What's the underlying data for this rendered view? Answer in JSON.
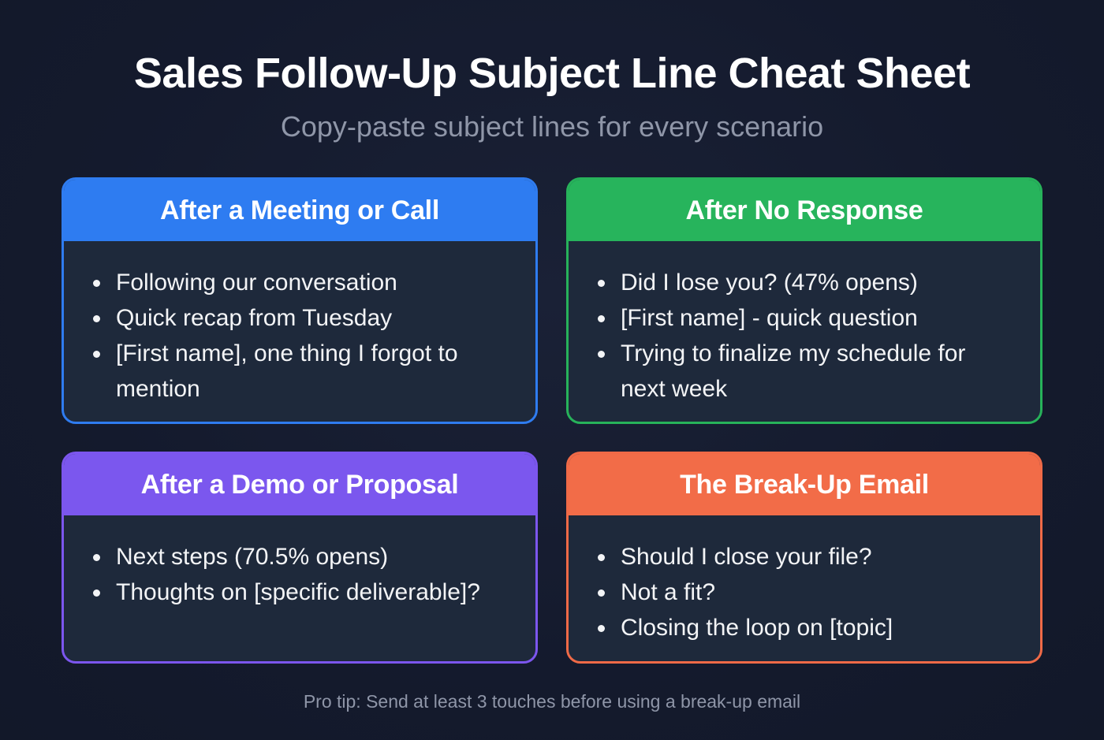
{
  "header": {
    "title": "Sales Follow-Up Subject Line Cheat Sheet",
    "subtitle": "Copy-paste subject lines for every scenario"
  },
  "cards": [
    {
      "title": "After a Meeting or Call",
      "accent": "#2e7cf1",
      "items": [
        "Following our conversation",
        "Quick recap from Tuesday",
        "[First name], one thing I forgot to mention"
      ]
    },
    {
      "title": "After No Response",
      "accent": "#27b45c",
      "items": [
        "Did I lose you? (47% opens)",
        "[First name] - quick question",
        "Trying to finalize my schedule for next week"
      ]
    },
    {
      "title": "After a Demo or Proposal",
      "accent": "#7b57ee",
      "items": [
        "Next steps (70.5% opens)",
        "Thoughts on [specific deliverable]?"
      ]
    },
    {
      "title": "The Break-Up Email",
      "accent": "#f26c48",
      "items": [
        "Should I close your file?",
        "Not a fit?",
        "Closing the loop on [topic]"
      ]
    }
  ],
  "footer": {
    "tip": "Pro tip: Send at least 3 touches before using a break-up email"
  },
  "colors": {
    "background": "#141a2d",
    "card_body": "#1e293b",
    "muted_text": "#8f96a8"
  }
}
